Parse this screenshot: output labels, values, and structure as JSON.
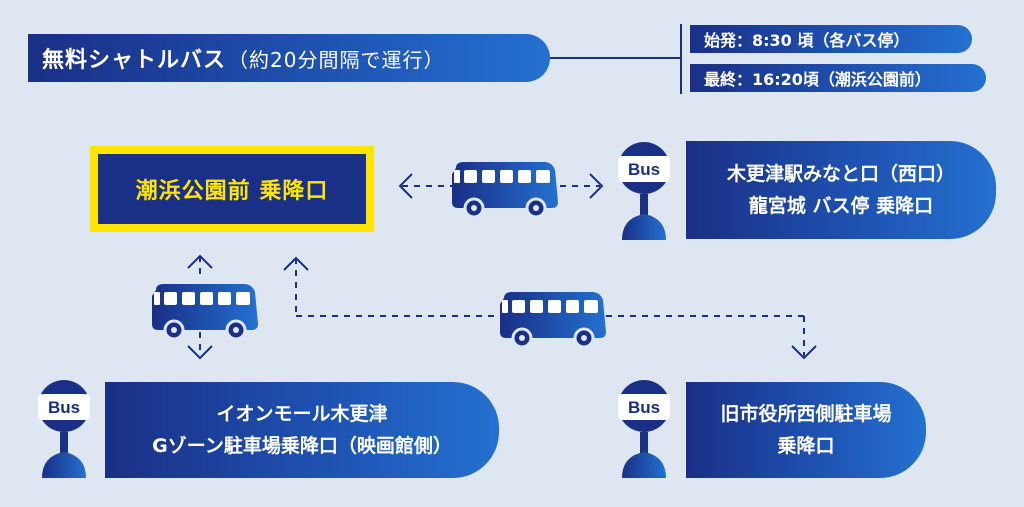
{
  "header": {
    "title": "無料シャトルバス",
    "subtitle": "（約20分間隔で運行）",
    "first_bus": "始発：8:30 頃（各バス停）",
    "last_bus": "最終：16:20頃（潮浜公園前）"
  },
  "main_stop": {
    "label": "潮浜公園前 乗降口"
  },
  "stops": {
    "kisarazu": {
      "line1": "木更津駅みなと口（西口）",
      "line2": "龍宮城 バス停 乗降口"
    },
    "aeon": {
      "line1": "イオンモール木更津",
      "line2": "Gゾーン駐車場乗降口（映画館側）"
    },
    "city": {
      "line1": "旧市役所西側駐車場",
      "line2": "乗降口"
    }
  },
  "bus_sign_label": "Bus",
  "colors": {
    "background": "#dde6f1",
    "navy": "#1a2f86",
    "blue": "#2470d0",
    "yellow": "#ffe500"
  },
  "icons": [
    "bus-icon",
    "bus-stop-sign-icon",
    "arrow-icon"
  ]
}
